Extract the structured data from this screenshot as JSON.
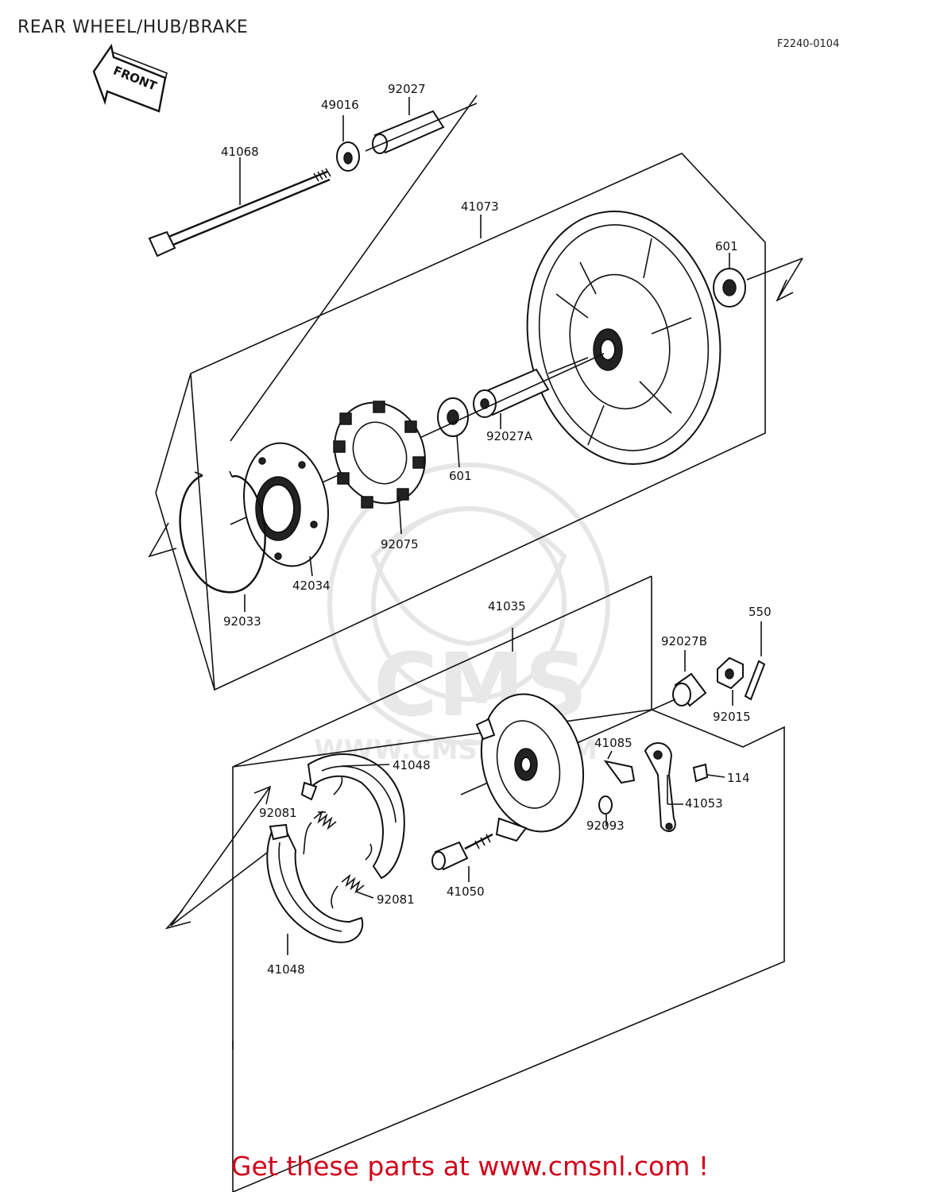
{
  "header": {
    "title": "REAR WHEEL/HUB/BRAKE",
    "figure_code": "F2240-0104"
  },
  "front_arrow": {
    "label": "FRONT"
  },
  "watermark": {
    "brand": "CMS",
    "url": "WWW.CMSNL.COM"
  },
  "parts": {
    "p41068": "41068",
    "p49016": "49016",
    "p92027": "92027",
    "p41073": "41073",
    "p601a": "601",
    "p601b": "601",
    "p92027A": "92027A",
    "p92075": "92075",
    "p42034": "42034",
    "p92033": "92033",
    "p41035": "41035",
    "p550": "550",
    "p92027B": "92027B",
    "p92015": "92015",
    "p41085": "41085",
    "p41048a": "41048",
    "p114": "114",
    "p41053": "41053",
    "p92093": "92093",
    "p92081a": "92081",
    "p41050": "41050",
    "p92081b": "92081",
    "p41048b": "41048"
  },
  "footer": {
    "text": "Get these parts at www.cmsnl.com !"
  }
}
